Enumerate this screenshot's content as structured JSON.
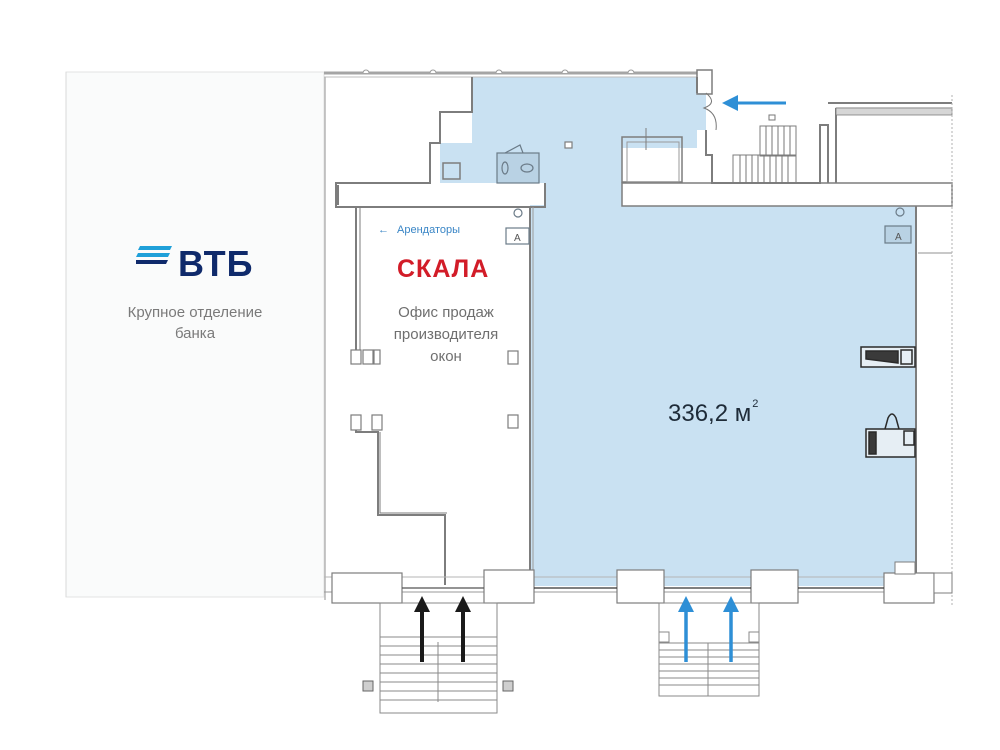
{
  "bank": {
    "name": "ВТБ",
    "caption_line1": "Крупное отделение",
    "caption_line2": "банка",
    "logo_color": "#1fa0d9",
    "text_color": "#0f2a6b"
  },
  "tenant_office": {
    "tenants_link_arrow": "←",
    "tenants_link": "Арендаторы",
    "brand": "СКАЛА",
    "brand_color": "#d21c28",
    "caption_line1": "Офис продаж",
    "caption_line2": "производителя",
    "caption_line3": "окон"
  },
  "main_premises": {
    "area_value": "336,2 м",
    "area_unit_superscript": "2",
    "fill_color": "#c9e1f2"
  },
  "entrances": {
    "tenant_entrance_arrows": 2,
    "tenant_arrow_color": "#1a1a1a",
    "premises_entrance_arrows": 2,
    "premises_arrow_color": "#2e8fd6",
    "rear_entrance_arrows": 1,
    "rear_arrow_color": "#2e8fd6"
  },
  "colors": {
    "wall": "#7d7d7d",
    "premises_fill": "#c9e1f2",
    "left_panel_fill": "#fafbfb"
  }
}
